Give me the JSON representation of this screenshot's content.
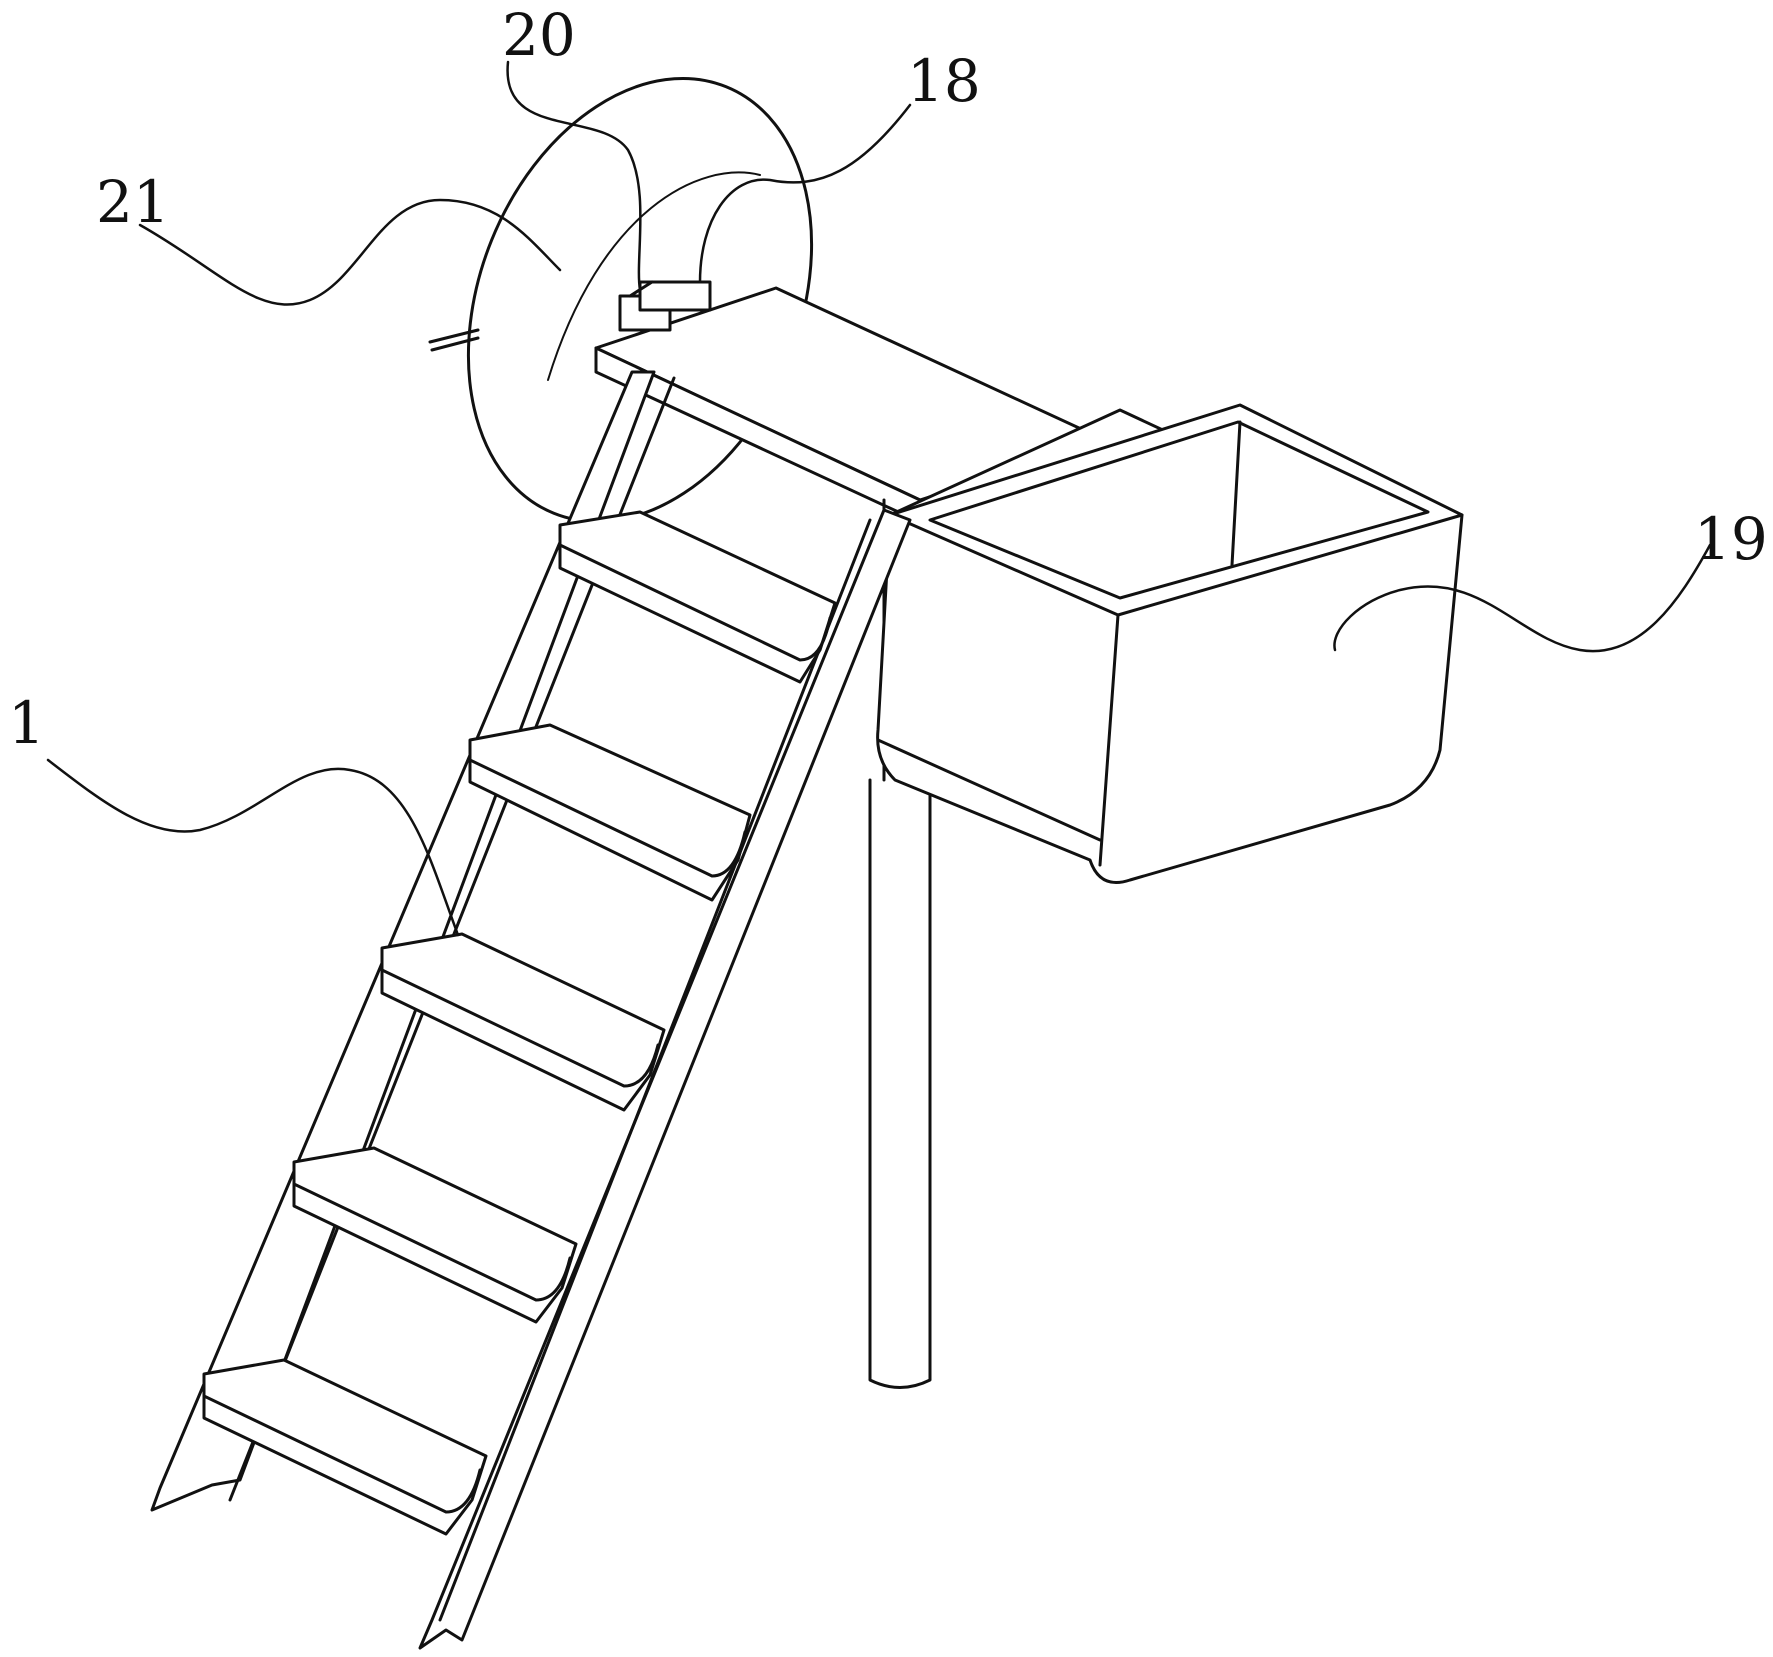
{
  "callouts": {
    "c20": "20",
    "c18": "18",
    "c21": "21",
    "c19": "19",
    "c1": "1"
  }
}
